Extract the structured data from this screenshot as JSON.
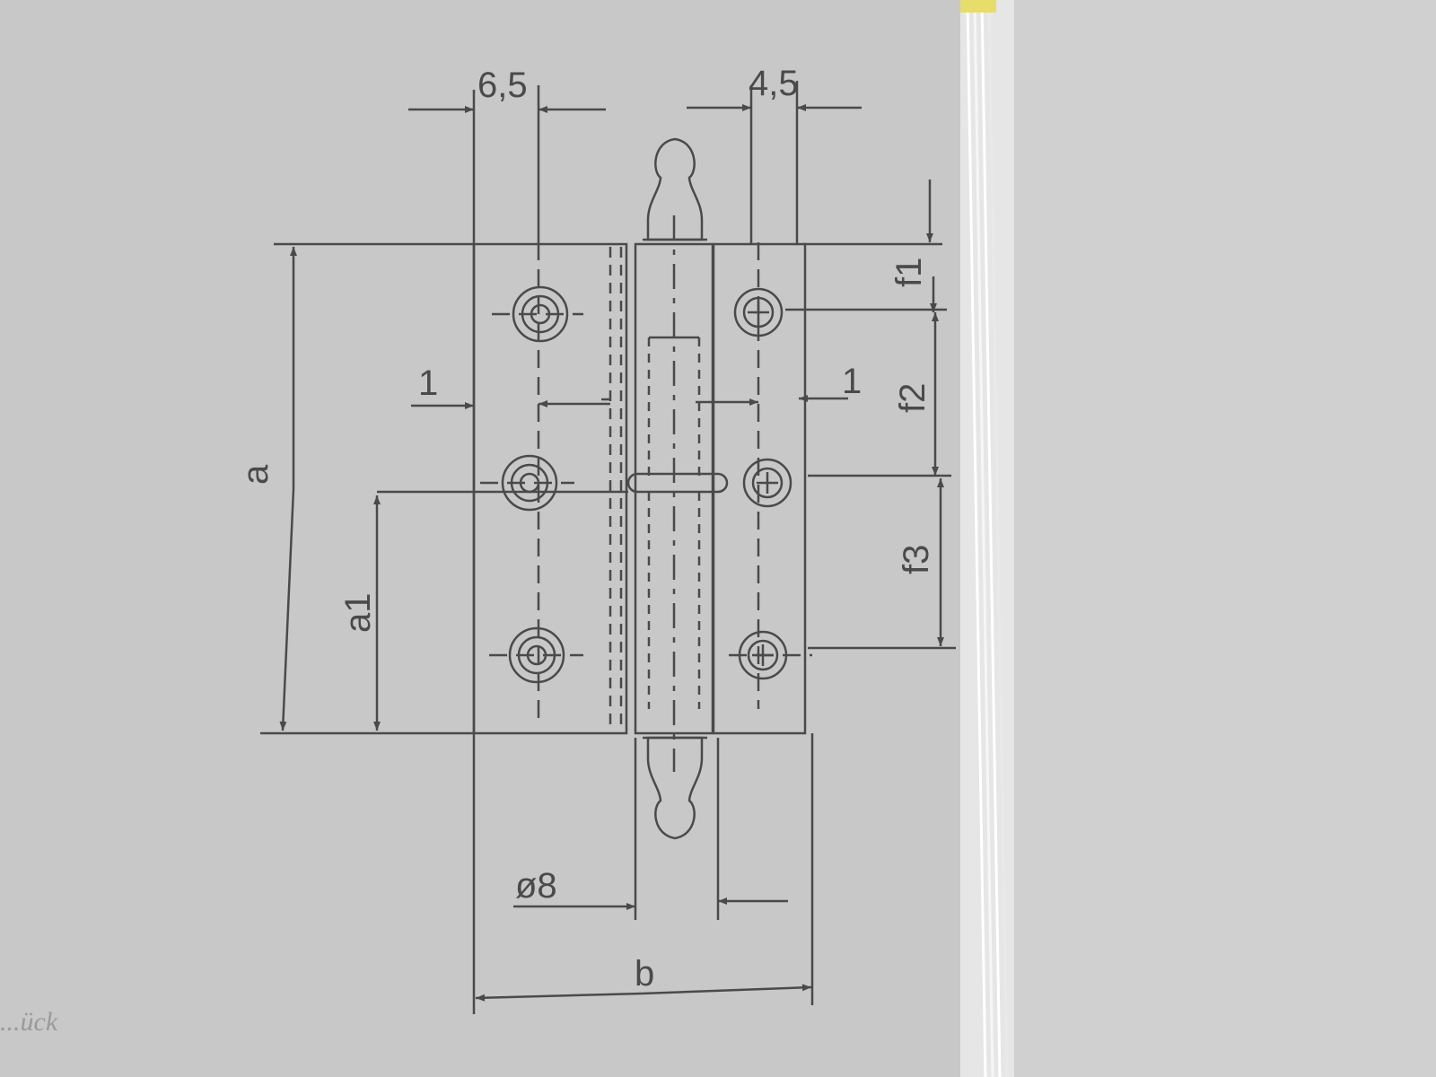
{
  "drawing": {
    "subject": "hinge technical drawing",
    "labels": {
      "top_left_width": "6,5",
      "top_right_width": "4,5",
      "height_a": "a",
      "height_a1": "a1",
      "offset_left": "1",
      "offset_right": "1",
      "spacing_f1": "f1",
      "spacing_f2": "f2",
      "spacing_f3": "f3",
      "pin_diameter": "ø8",
      "width_b": "b"
    },
    "partial_logo_text": "...ück"
  },
  "colors": {
    "paper": "#c9c9c9",
    "paper_right": "#cfcfcf",
    "line": "#4a4a4a",
    "book_edge": "#efefef"
  }
}
